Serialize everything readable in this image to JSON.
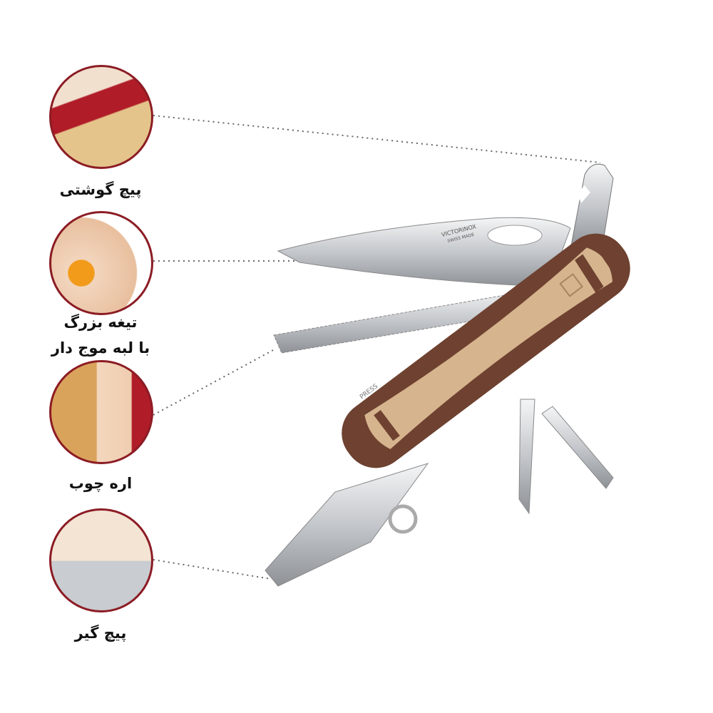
{
  "features": [
    {
      "label": "پیچ گوشتی",
      "icon": "screwdriver-demo-photo"
    },
    {
      "label_line1": "تیغه بزرگ",
      "label_line2": "با لبه موج دار",
      "icon": "large-blade-demo-photo"
    },
    {
      "label": "اره چوب",
      "icon": "wood-saw-demo-photo"
    },
    {
      "label": "پیچ گیر",
      "icon": "screw-holder-demo-photo"
    }
  ],
  "knife": {
    "blade_brand": "VICTORINOX",
    "blade_origin": "SWISS MADE",
    "press_label": "PRESS"
  },
  "colors": {
    "accent": "#8c1c24",
    "handle_dark": "#6e4130",
    "handle_light": "#d6b48e",
    "steel": "#c9ccd0"
  }
}
